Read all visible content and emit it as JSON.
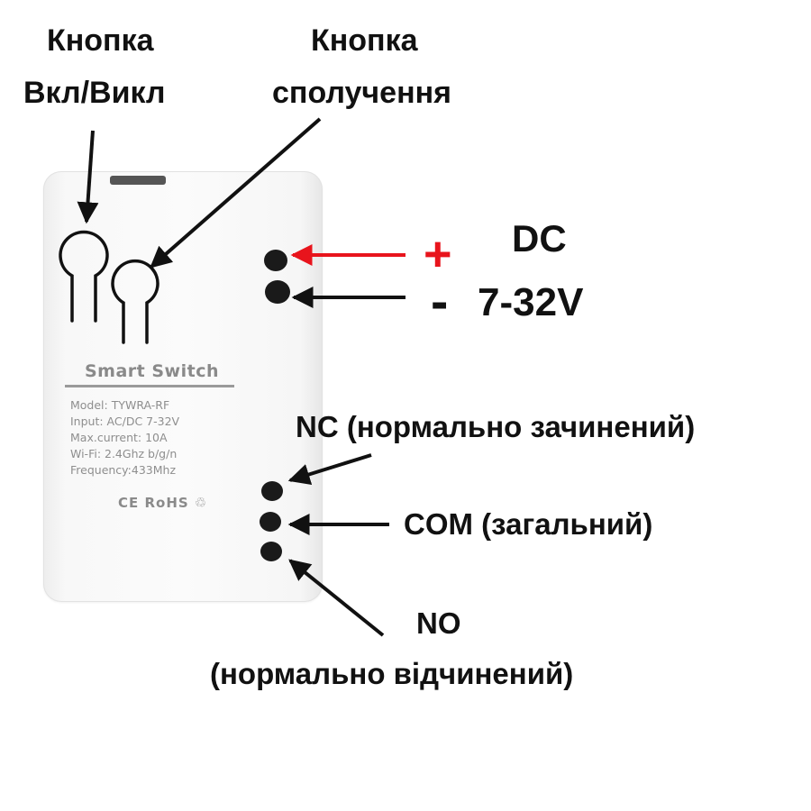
{
  "callouts": {
    "power_button": [
      "Кнопка",
      "Вкл/Викл"
    ],
    "pair_button": [
      "Кнопка",
      "сполучення"
    ],
    "dc_plus": "+",
    "dc_title": "DC",
    "dc_minus": "-",
    "dc_voltage": "7-32V",
    "nc": "NC (нормально зачинений)",
    "com": "COM (загальний)",
    "no": [
      "NO",
      "(нормально відчинений)"
    ]
  },
  "device": {
    "brand": "Smart  Switch",
    "specs": [
      "Model:  TYWRA-RF",
      "Input:  AC/DC 7-32V",
      "Max.current:  10A",
      "Wi-Fi:  2.4Ghz b/g/n",
      "Frequency:433Mhz"
    ],
    "certifications": "CE RoHS ♲"
  },
  "colors": {
    "positive": "#e8141c",
    "negative": "#111111"
  }
}
